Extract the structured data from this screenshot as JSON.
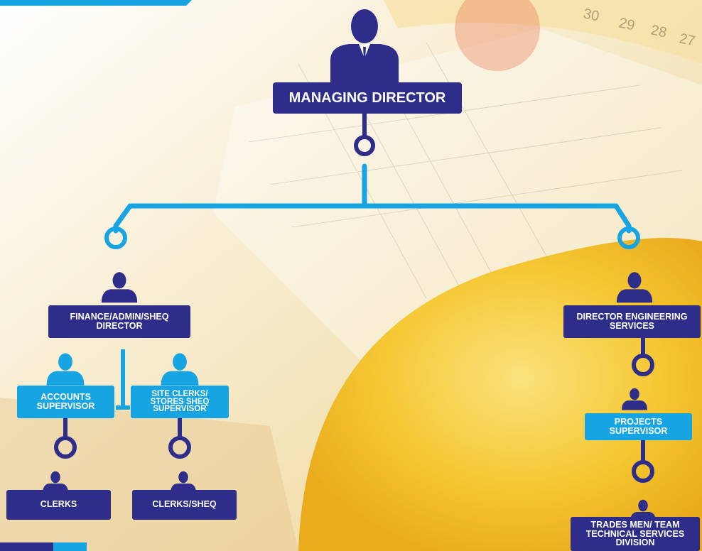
{
  "colors": {
    "dark_blue": "#2e2e8a",
    "light_blue": "#17a4e2",
    "background": "#f3e4ba",
    "helmet_yellow": "#f3c21a"
  },
  "icons": [
    "person-silhouette-icon",
    "connector-ring-icon"
  ],
  "org": {
    "managing_director": "MANAGING DIRECTOR",
    "finance_director": {
      "line1": "FINANCE/ADMIN/SHEQ",
      "line2": "DIRECTOR"
    },
    "engineering_director": {
      "line1": "DIRECTOR ENGINEERING",
      "line2": "SERVICES"
    },
    "accounts_supervisor": {
      "line1": "ACCOUNTS",
      "line2": "SUPERVISOR"
    },
    "site_clerks_supervisor": {
      "line1": "SITE CLERKS/",
      "line2": "STORES SHEQ",
      "line3": "SUPERVISOR"
    },
    "projects_supervisor": {
      "line1": "PROJECTS",
      "line2": "SUPERVISOR"
    },
    "clerks": "CLERKS",
    "clerks_sheq": "CLERKS/SHEQ",
    "trades_men": {
      "line1": "TRADES MEN/ TEAM",
      "line2": "TECHNICAL SERVICES",
      "line3": "DIVISION"
    }
  },
  "background_ruler_numbers": [
    "30",
    "29",
    "28",
    "27"
  ]
}
